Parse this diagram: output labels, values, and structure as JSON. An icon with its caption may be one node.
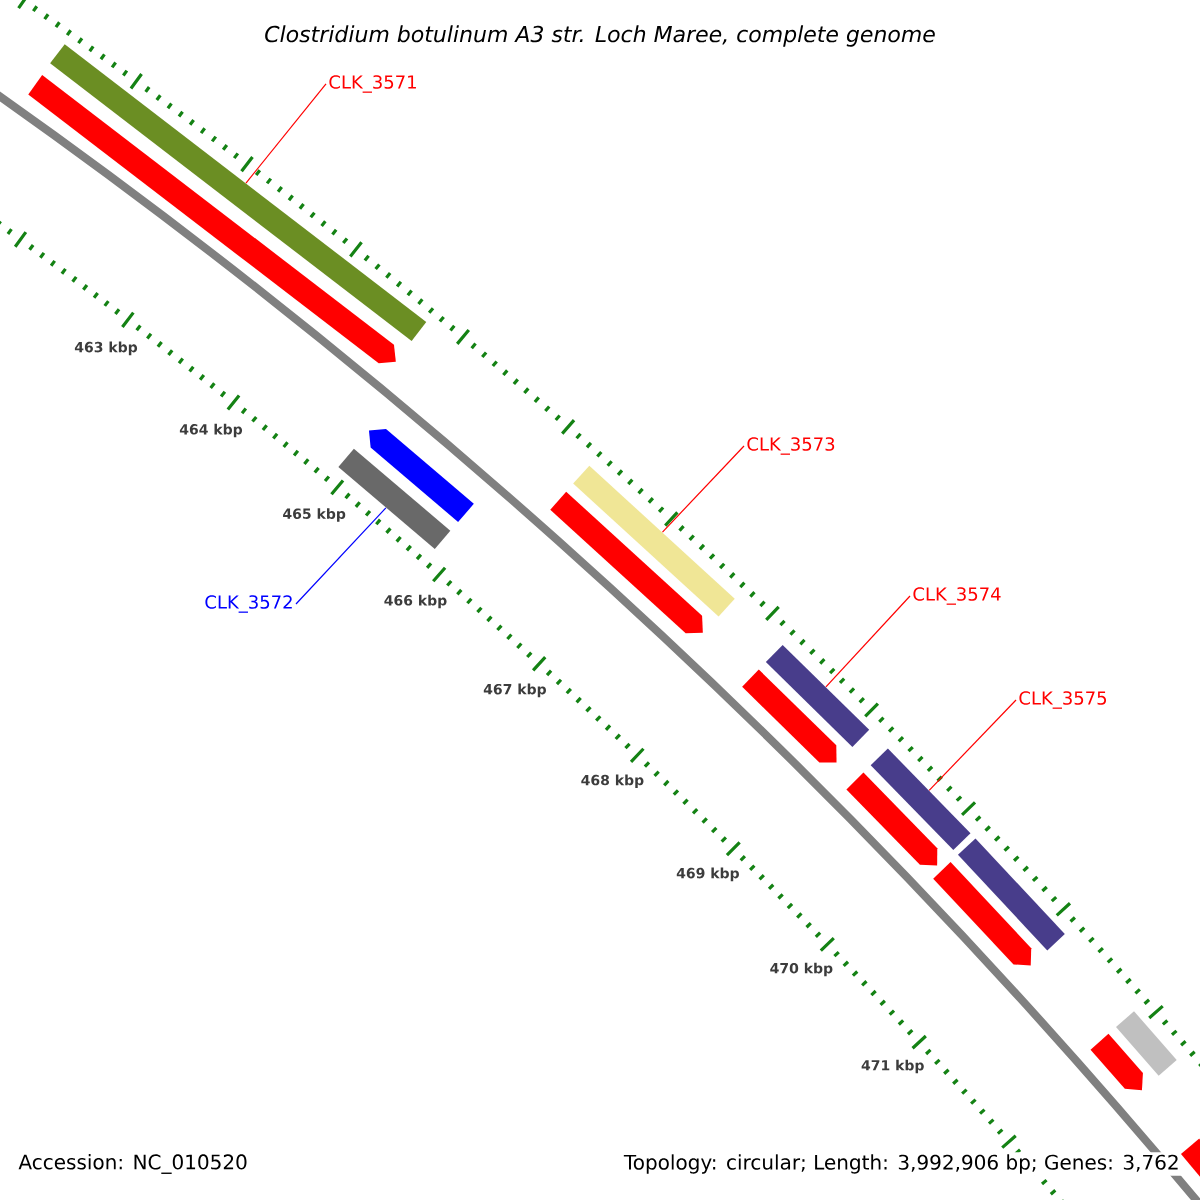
{
  "diagram": {
    "title": "Clostridium botulinum A3 str. Loch Maree, complete genome",
    "nodes": [
      {
        "text": [
          "CLK_3571"
        ]
      },
      {
        "text": [
          "CLK_3572"
        ]
      },
      {
        "text": [
          "CLK_3573"
        ]
      },
      {
        "text": [
          "CLK_3574"
        ]
      },
      {
        "text": [
          "CLK_3575"
        ]
      },
      {
        "text": [],
        "shape": "bar"
      },
      {
        "text": [],
        "shape": "bar"
      },
      {
        "text": [],
        "shape": "bar"
      },
      {
        "text": [],
        "shape": "bar"
      },
      {
        "text": [],
        "shape": "bar"
      },
      {
        "text": [],
        "shape": "bar"
      },
      {
        "text": [],
        "shape": "bar"
      },
      {
        "text": [],
        "shape": "arrow"
      },
      {
        "text": [],
        "shape": "arrow"
      },
      {
        "text": [],
        "shape": "arrow"
      },
      {
        "text": [],
        "shape": "arrow"
      },
      {
        "text": [],
        "shape": "arrow"
      },
      {
        "text": [],
        "shape": "arrow"
      },
      {
        "text": [],
        "shape": "arrow"
      },
      {
        "text": [],
        "shape": "arrow"
      }
    ],
    "edges": [
      {
        "from": 0,
        "to": 5,
        "arrow": "none"
      },
      {
        "from": 1,
        "to": 6,
        "arrow": "none",
        "color": "#0000ff"
      },
      {
        "from": 2,
        "to": 7,
        "arrow": "none"
      },
      {
        "from": 3,
        "to": 8,
        "arrow": "none"
      },
      {
        "from": 4,
        "to": 9,
        "arrow": "none"
      }
    ],
    "labels": [
      "463 kbp",
      "464 kbp",
      "465 kbp",
      "466 kbp",
      "467 kbp",
      "468 kbp",
      "469 kbp",
      "470 kbp",
      "471 kbp",
      "Accession: NC_010520",
      "Topology: circular; Length: 3,992,906 bp; Genes: 3,762"
    ]
  }
}
